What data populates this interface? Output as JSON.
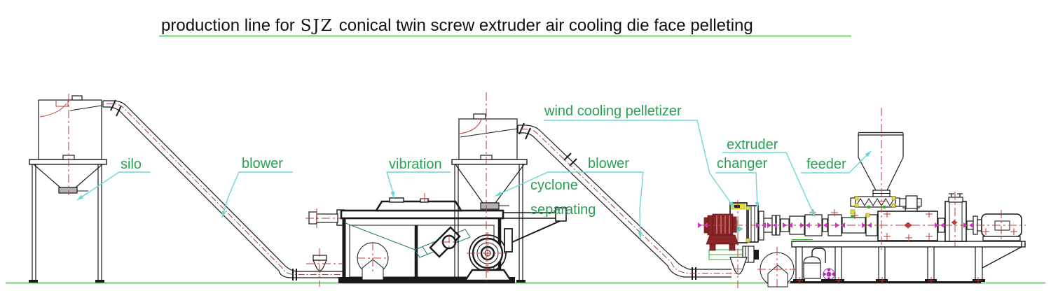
{
  "title": {
    "prefix": "production line for",
    "model": "SJZ",
    "suffix": "conical twin screw extruder air cooling die face pelleting"
  },
  "labels": {
    "silo": "silo",
    "blower_left": "blower",
    "vibration": "vibration",
    "cyclone_line1": "cyclone",
    "cyclone_line2": "separating",
    "wind_cooling_pelletizer": "wind cooling pelletizer",
    "blower_right": "blower",
    "extruder_changer_line1": "extruder",
    "extruder_changer_line2": "changer",
    "feeder": "feeder"
  },
  "colors": {
    "label_text": "#2aa052",
    "leader_line": "#6fd6d6",
    "title_text": "#101010",
    "title_underline": "#8ed88e",
    "ground_line": "#8ed88e",
    "drawing_outline": "#1a1a1a",
    "centerline_red": "#c23b3b",
    "pipe_centerline": "#9a4040",
    "screen_teal": "#1d7a70",
    "machine_green": "#2fae2f",
    "accent_yellow": "#e6e032",
    "accent_magenta": "#c83cc8",
    "motor_maroon": "#8b2424",
    "pump_purple": "#b030b0"
  }
}
